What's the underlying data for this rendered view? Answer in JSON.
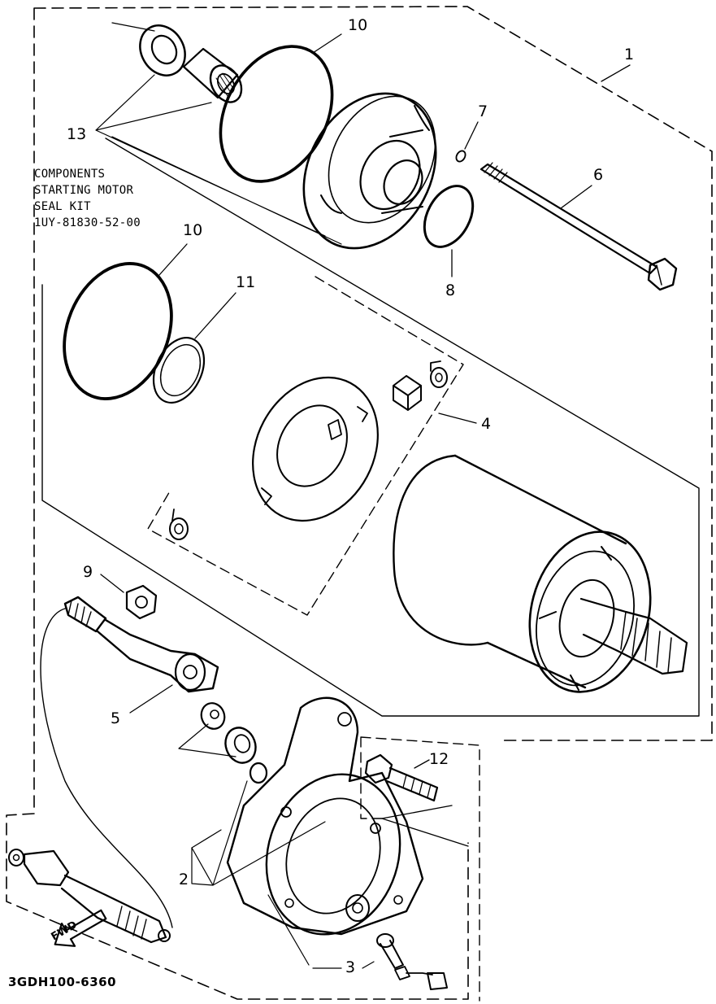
{
  "note": {
    "line1": "COMPONENTS",
    "line2": "STARTING MOTOR",
    "line3": "SEAL KIT",
    "line4": "1UY-81830-52-00"
  },
  "drawing_code": "3GDH100-6360",
  "fwd_label": "FWD",
  "callouts": {
    "c1": "1",
    "c2": "2",
    "c3": "3",
    "c4": "4",
    "c5": "5",
    "c6": "6",
    "c7": "7",
    "c8": "8",
    "c9": "9",
    "c10a": "10",
    "c10b": "10",
    "c11": "11",
    "c12": "12",
    "c13": "13"
  }
}
